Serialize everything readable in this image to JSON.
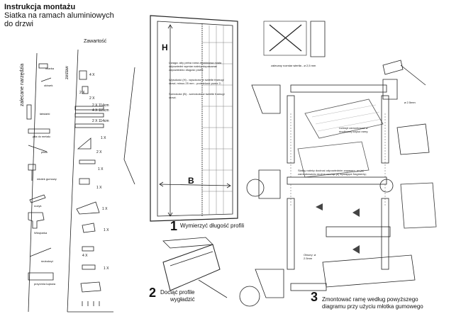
{
  "header": {
    "title": "Instrukcja montażu",
    "subtitle_line1": "Siatka na ramach aluminiowych",
    "subtitle_line2": "do drzwi"
  },
  "tools": {
    "heading": "zalecane narzędzia",
    "items": [
      "miarka",
      "ołówek",
      "łatwiarki",
      "piła do metalu",
      "pilnik",
      "młotek gumowy",
      "nożyk",
      "Wkrętarka",
      "śrubokręt",
      "przyrżnia kątowa"
    ]
  },
  "kit": {
    "heading": "Zawartość",
    "subheading": "zestaw",
    "quantities": [
      "4 X",
      "2 X",
      "2 X",
      "2 X 114cm",
      "4 X 115cm",
      "2 X 114cm",
      "1 X",
      "2 X",
      "1 X",
      "1 X",
      "1 X",
      "1 X",
      "4 X",
      "1 X"
    ]
  },
  "step1": {
    "number": "1",
    "text": "Wymierzyć długość profili",
    "label_h": "H",
    "label_b": "B",
    "note_h": "Uwaga: aby pełna rama aluminiowa miała odpowiedni wymiar należy dopasować odpowiednio długość profili:",
    "note_w": "Wysokość (H) - wysokość w świetle framugi drzwi, minus 25 mm - podzielone przez 2;",
    "note_b": "Szerokość (B) - szerokość w świetle framugi drzwi;"
  },
  "step2": {
    "number": "2",
    "line1": "Dociąć profile",
    "line2": "wygładzić"
  },
  "step3": {
    "number": "3",
    "line1": "Zmontować ramę według powyższego",
    "line2": "diagramu przy użyciu młotka gumowego",
    "note_drill": "zalecany rozmiar wiertła - ⌀ 2,5 mm",
    "note_hole": "⌀ 2.5mm",
    "note_mount": "Uchwyt zamontować w środkowej części ramy;",
    "note_mesh": "Siatkę należy docinać odpowiednim zapasem, po jej zamontowaniu można usunąć jej wystające fragmenty;",
    "note_holes": "Otwory: ⌀ 2.5mm"
  }
}
